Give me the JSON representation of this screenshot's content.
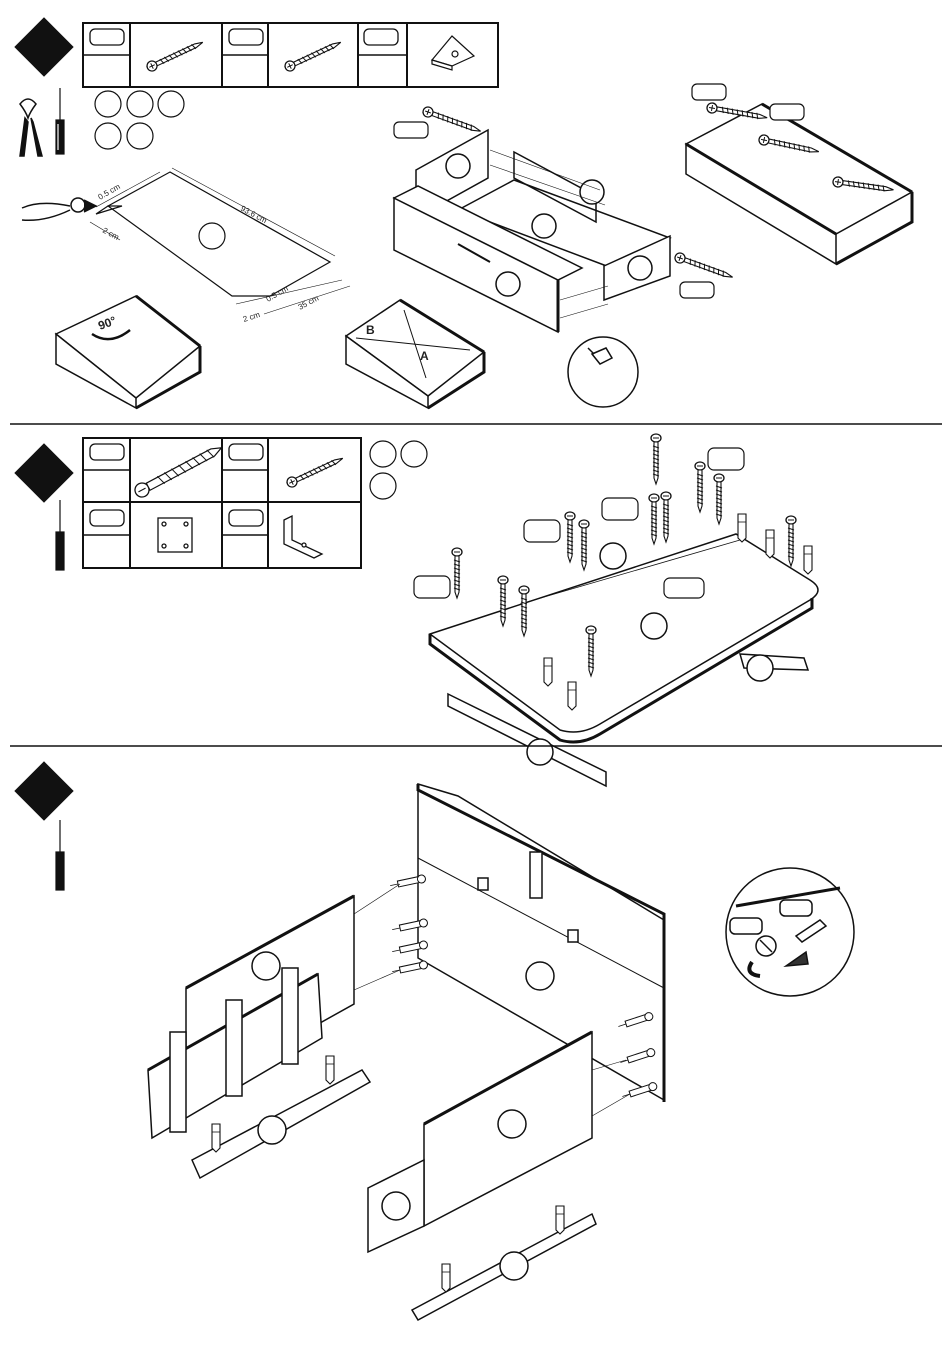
{
  "step1": {
    "dimensions": {
      "top_edge": "0.5 cm",
      "side_edge": "2 cm",
      "length": "93.6 cm",
      "bottom_edge": "0.5 cm",
      "bottom_side": "2 cm",
      "width": "35 cm"
    },
    "angle_label": "90°",
    "diagonal_a": "A",
    "diagonal_b": "B"
  },
  "icons": {
    "step_marker": "diamond-step-icon",
    "screwdriver": "screwdriver-icon",
    "pliers": "pliers-icon",
    "screw": "screw-icon",
    "cam_dowel": "cam-dowel-icon",
    "bracket": "angle-bracket-icon",
    "corner_block": "corner-block-icon",
    "plate": "mounting-plate-icon"
  }
}
